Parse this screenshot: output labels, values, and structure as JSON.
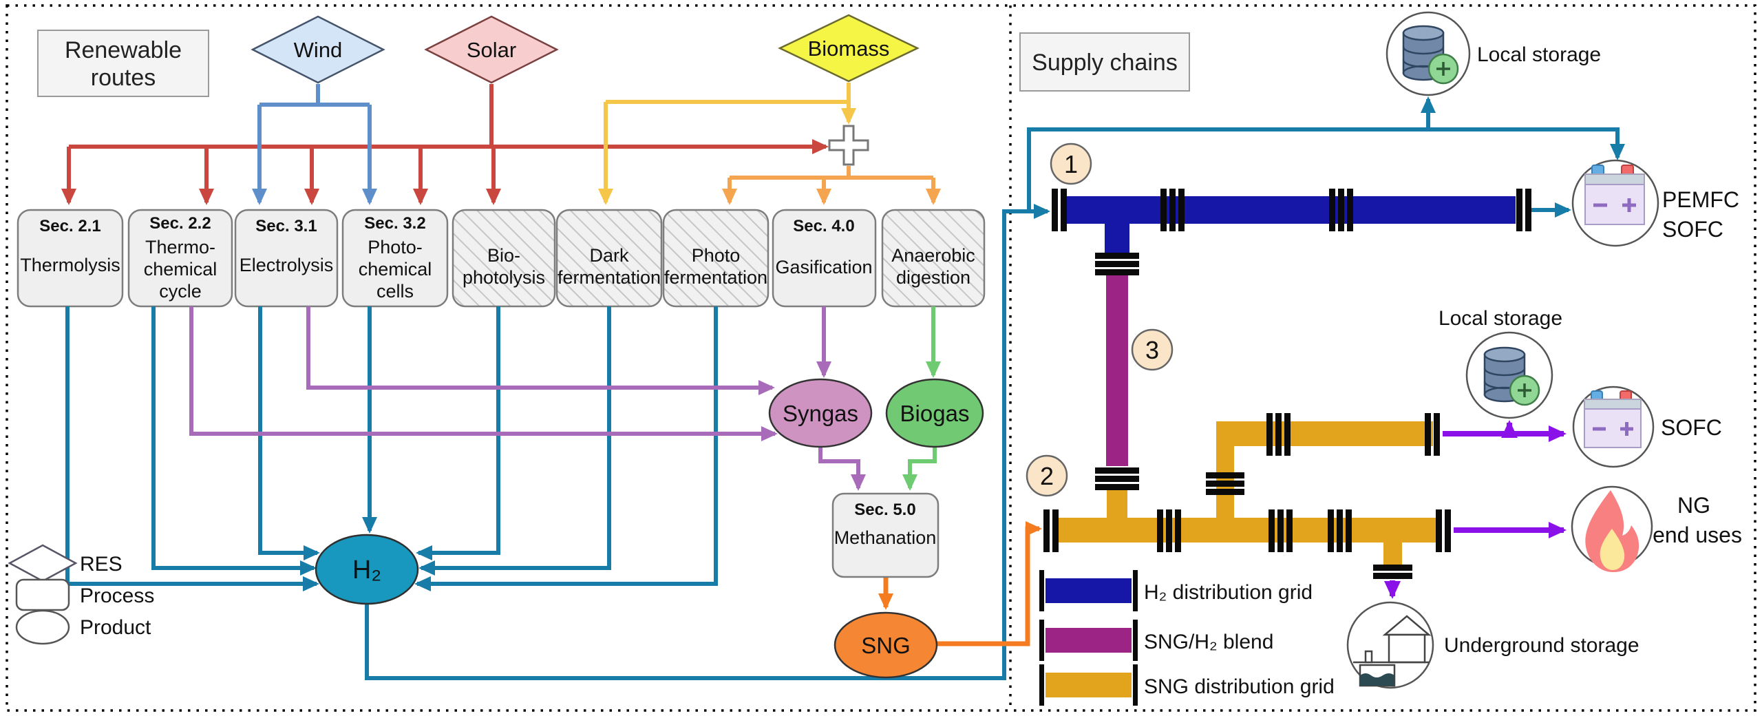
{
  "left_panel": {
    "title": [
      "Renewable",
      "routes"
    ],
    "sources": [
      {
        "label": "Wind",
        "color": "#d4e5f8"
      },
      {
        "label": "Solar",
        "color": "#f7cdcd"
      },
      {
        "label": "Biomass",
        "color": "#f5f546"
      }
    ],
    "processes": [
      {
        "sec": "Sec. 2.1",
        "name": [
          "Thermolysis"
        ],
        "hatched": false
      },
      {
        "sec": "Sec. 2.2",
        "name": [
          "Thermo-",
          "chemical",
          "cycle"
        ],
        "hatched": false
      },
      {
        "sec": "Sec. 3.1",
        "name": [
          "Electrolysis"
        ],
        "hatched": false
      },
      {
        "sec": "Sec. 3.2",
        "name": [
          "Photo-",
          "chemical",
          "cells"
        ],
        "hatched": false
      },
      {
        "sec": "",
        "name": [
          "Bio-",
          "photolysis"
        ],
        "hatched": true
      },
      {
        "sec": "",
        "name": [
          "Dark",
          "fermentation"
        ],
        "hatched": true
      },
      {
        "sec": "",
        "name": [
          "Photo",
          "fermentation"
        ],
        "hatched": true
      },
      {
        "sec": "Sec. 4.0",
        "name": [
          "Gasification"
        ],
        "hatched": false
      },
      {
        "sec": "",
        "name": [
          "Anaerobic",
          "digestion"
        ],
        "hatched": true
      }
    ],
    "products": {
      "h2": "H₂",
      "syngas": "Syngas",
      "biogas": "Biogas",
      "sng": "SNG"
    },
    "methanation": {
      "sec": "Sec. 5.0",
      "name": "Methanation"
    },
    "shape_legend": [
      {
        "shape": "diamond",
        "label": "RES"
      },
      {
        "shape": "rounded-rect",
        "label": "Process"
      },
      {
        "shape": "ellipse",
        "label": "Product"
      }
    ]
  },
  "right_panel": {
    "title": "Supply chains",
    "chain_markers": [
      "1",
      "2",
      "3"
    ],
    "endpoints": {
      "local_storage_top": "Local storage",
      "pemfc_sofc": [
        "PEMFC",
        "SOFC"
      ],
      "local_storage_mid": "Local storage",
      "sofc": "SOFC",
      "ng_end_uses": [
        "NG",
        "end uses"
      ],
      "underground_storage": "Underground storage"
    },
    "pipe_legend": [
      {
        "label": "H₂ distribution grid",
        "color": "#1616a7"
      },
      {
        "label": "SNG/H₂ blend",
        "color": "#9b2484"
      },
      {
        "label": "SNG distribution grid",
        "color": "#e2a41d"
      }
    ]
  },
  "colors": {
    "h2_line": "#177ca8",
    "solar_line": "#c9473f",
    "wind_line": "#5e8fcb",
    "biomass_line": "#f5c64a",
    "biomass_split_line": "#f5a54f",
    "syngas_line": "#a86bba",
    "biogas_line": "#6fcb71",
    "sng_line": "#f47b20",
    "supply_arrow": "#8a12e8",
    "h2_fill": "#1898be",
    "syngas_fill": "#ce93c1",
    "biogas_fill": "#72c973",
    "sng_fill": "#f58634",
    "marker_fill": "#fbe5c9"
  }
}
